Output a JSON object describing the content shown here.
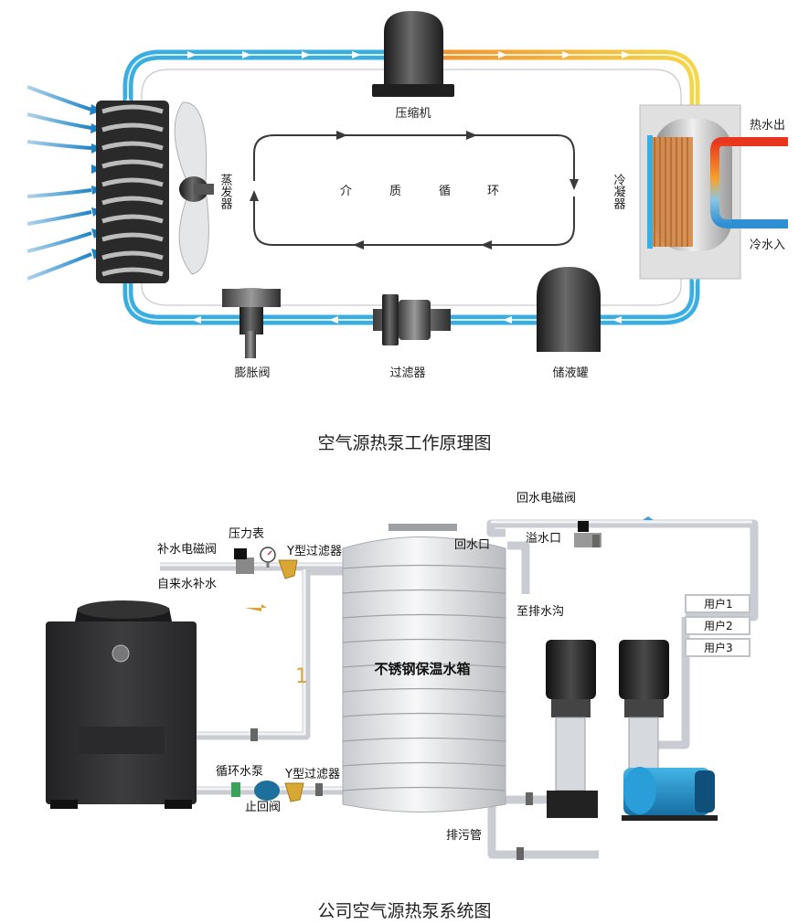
{
  "top_diagram": {
    "compressor": "压缩机",
    "evaporator": "蒸发器",
    "condenser": "冷凝器",
    "medium_cycle": [
      "介",
      "质",
      "循",
      "环"
    ],
    "hot_water_out": "热水出",
    "cold_water_in": "冷水入",
    "expansion_valve": "膨胀阀",
    "filter": "过滤器",
    "receiver": "储液罐"
  },
  "caption_top": "空气源热泵工作原理图",
  "bottom_diagram": {
    "return_solenoid": "回水电磁阀",
    "overflow": "溢水口",
    "return_port": "回水口",
    "to_drain": "至排水沟",
    "makeup_solenoid": "补水电磁阀",
    "pressure_gauge": "压力表",
    "y_filter_top": "Y型过滤器",
    "tap_water": "自来水补水",
    "tank": "不锈钢保温水箱",
    "users": [
      "用户1",
      "用户2",
      "用户3"
    ],
    "circ_pump": "循环水泵",
    "check_valve": "止回阀",
    "y_filter_bottom": "Y型过滤器",
    "drain_pipe": "排污管",
    "flow_mark": "1"
  },
  "caption_bottom": "公司空气源热泵系统图",
  "colors": {
    "pipe_cold": "#3aaee0",
    "pipe_hot": "#f3a22a",
    "cycle_line": "#3a3a3a",
    "unit_body": "#2c2c2e",
    "pump_blue": "#1e8fc8",
    "pipe_gray": "#e2e4e8"
  }
}
